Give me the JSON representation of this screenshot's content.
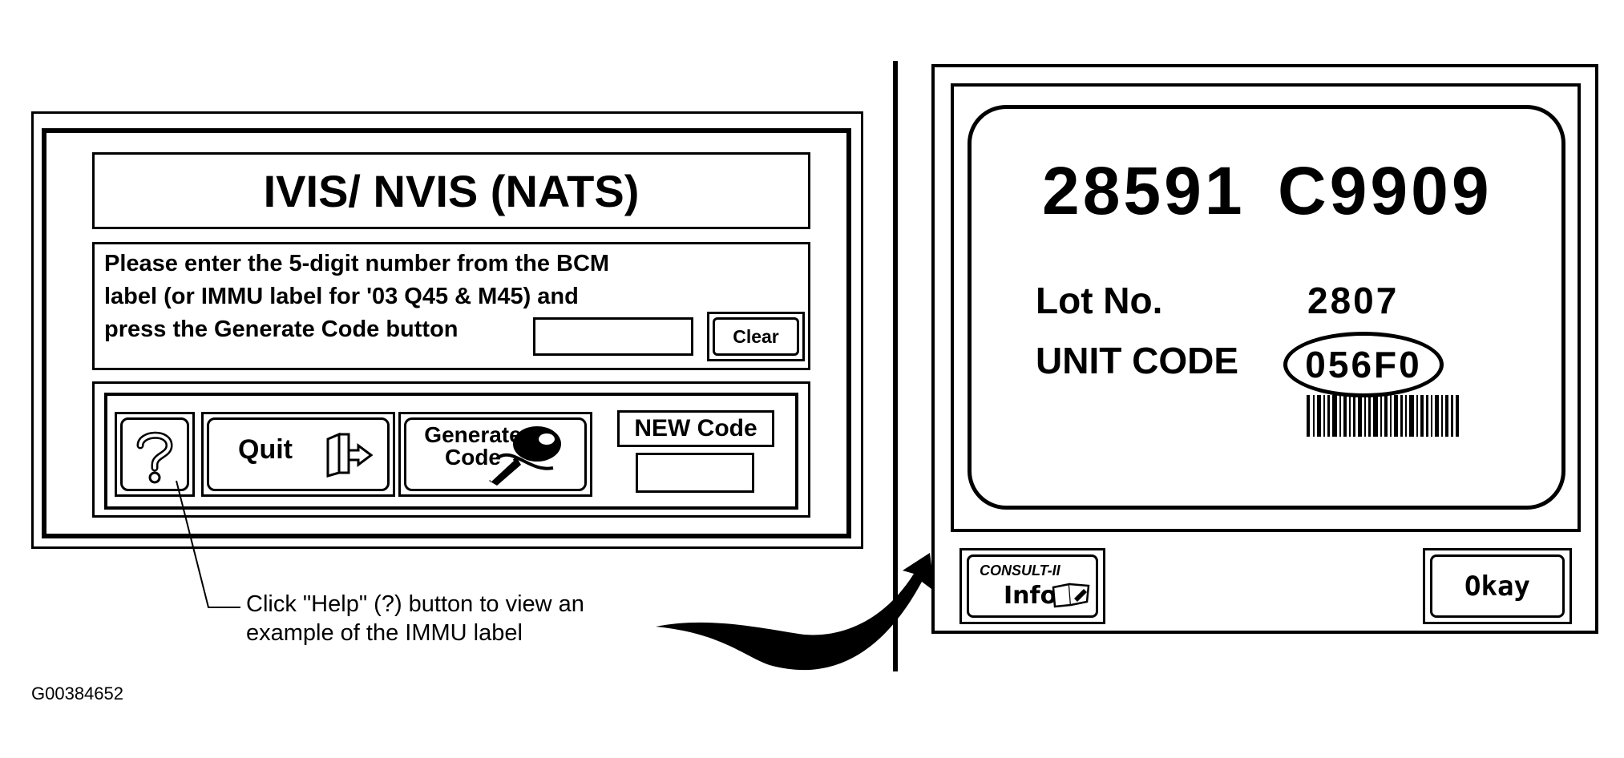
{
  "left_window": {
    "title": "IVIS/ NVIS (NATS)",
    "instruction_lines": [
      "Please enter the 5-digit number from the BCM",
      "label (or IMMU label for '03 Q45 & M45) and",
      "press the Generate Code button"
    ],
    "bcm_input_value": "",
    "clear_label": "Clear",
    "quit_label": "Quit",
    "generate_label_line1": "Generate",
    "generate_label_line2": "Code",
    "new_code_label": "NEW Code",
    "new_code_value": "",
    "icons": [
      "help-icon",
      "door-exit-icon",
      "key-icon"
    ]
  },
  "callout": {
    "line1": "Click \"Help\" (?) button to view an",
    "line2": "example of the IMMU label"
  },
  "right_window": {
    "part_number_left": "28591",
    "part_number_right": "C9909",
    "lot_label": "Lot No.",
    "lot_value": "2807",
    "unit_code_label": "UNIT CODE",
    "unit_code_value": "056F0",
    "consult_label_top": "CONSULT-II",
    "consult_label_bottom": "Info.",
    "okay_label": "Okay",
    "icons": [
      "barcode-icon",
      "book-icon"
    ]
  },
  "figure_id": "G00384652"
}
